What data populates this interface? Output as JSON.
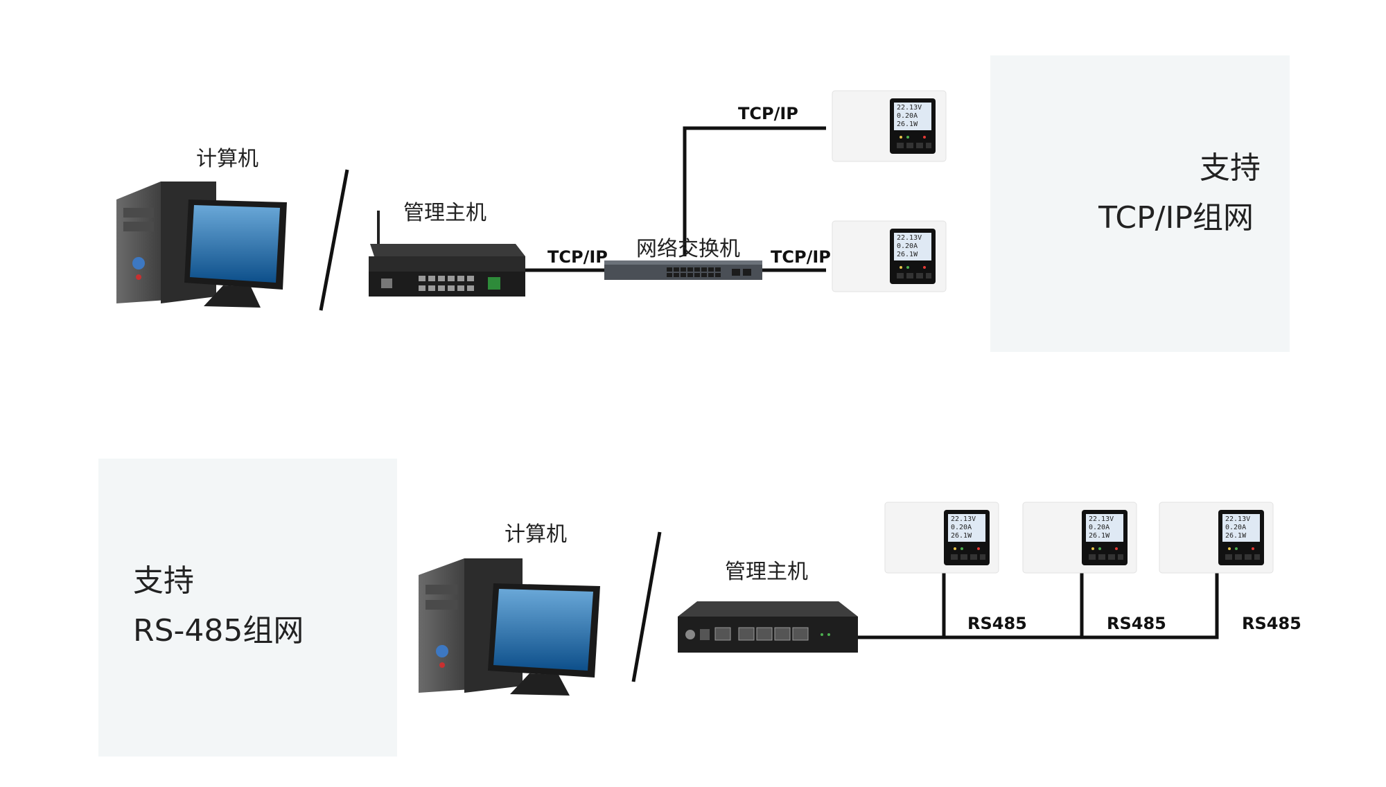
{
  "top": {
    "panel_line1": "支持",
    "panel_line2": "TCP/IP组网",
    "computer_label": "计算机",
    "host_label": "管理主机",
    "switch_label": "网络交换机",
    "link_host_switch": "TCP/IP",
    "link_switch_upper": "TCP/IP",
    "link_switch_lower": "TCP/IP"
  },
  "bottom": {
    "panel_line1": "支持",
    "panel_line2": "RS-485组网",
    "computer_label": "计算机",
    "host_label": "管理主机",
    "links": [
      "RS485",
      "RS485",
      "RS485"
    ]
  },
  "device_screen": {
    "row1": "22.13",
    "row1_unit": "V",
    "row2": "0.20",
    "row2_unit": "A",
    "row3": "26.1",
    "row3_unit": "W"
  },
  "colors": {
    "panel_bg": "#f3f6f7",
    "wire": "#111111",
    "device_body": "#f4f4f4",
    "screen_bezel": "#111111",
    "lcd": "#dfe9f4"
  }
}
